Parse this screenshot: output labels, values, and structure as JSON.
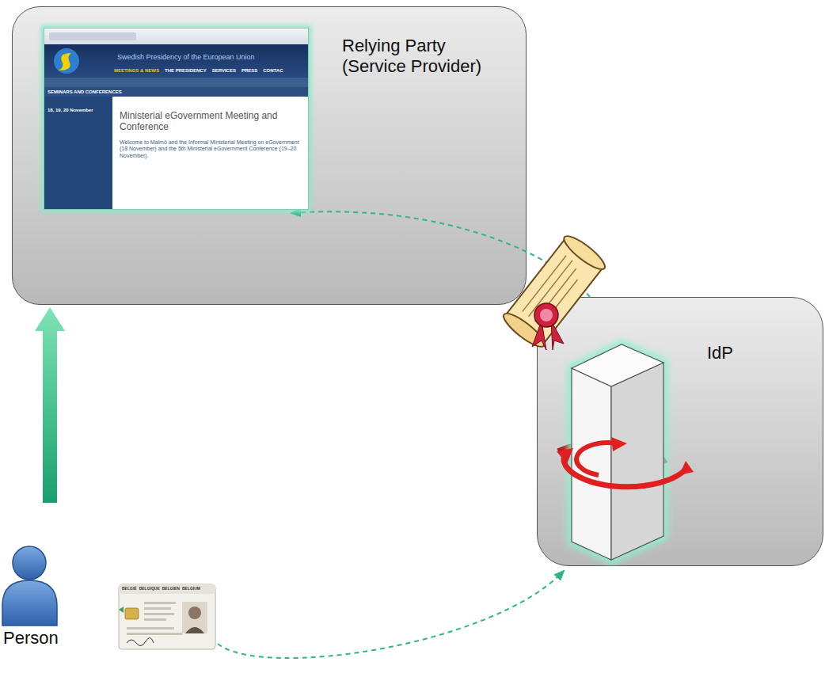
{
  "diagram": {
    "nodes": [
      {
        "text": [
          "Relying Party (Service Provider)"
        ]
      },
      {
        "text": [
          "IdP"
        ]
      },
      {
        "text": [
          "Person"
        ]
      },
      {
        "text": [
          "Swedish Presidency of the European Union",
          "MEETINGS & NEWS",
          "THE PRESIDENCY",
          "SERVICES",
          "PRESS",
          "CONTAC",
          "SEMINARS AND CONFERENCES",
          "18, 19, 20 November",
          "Ministerial eGovernment Meeting and Conference",
          "Welcome to Malmö and the Informal Ministerial Meeting on eGovernment (18 November) and the 5th Ministerial eGovernment Conference (19–20 November)."
        ],
        "in": 0
      }
    ],
    "edges": [
      {
        "from": 2,
        "to": 0,
        "arrow": "to"
      },
      {
        "from": 2,
        "to": 1,
        "arrow": "to"
      },
      {
        "from": 1,
        "to": 3,
        "arrow": "to"
      }
    ],
    "labels": [
      "BELGIË",
      "BELGIQUE",
      "BELGIEN",
      "BELGIUM"
    ]
  }
}
